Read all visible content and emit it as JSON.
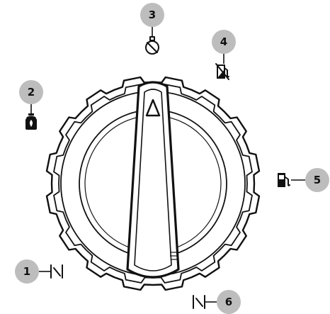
{
  "knob": {
    "name": "selector knob"
  },
  "positions": [
    {
      "number": "1",
      "icon": "off-symbol-icon"
    },
    {
      "number": "2",
      "icon": "gas-bottle-icon"
    },
    {
      "number": "3",
      "icon": "gas-bottle-crossed-icon"
    },
    {
      "number": "4",
      "icon": "fuel-pump-crossed-icon"
    },
    {
      "number": "5",
      "icon": "fuel-pump-icon"
    },
    {
      "number": "6",
      "icon": "off-symbol-icon"
    }
  ],
  "colors": {
    "ink": "#111111",
    "badge": "#bdbdbd",
    "knob_fill": "#ffffff"
  }
}
